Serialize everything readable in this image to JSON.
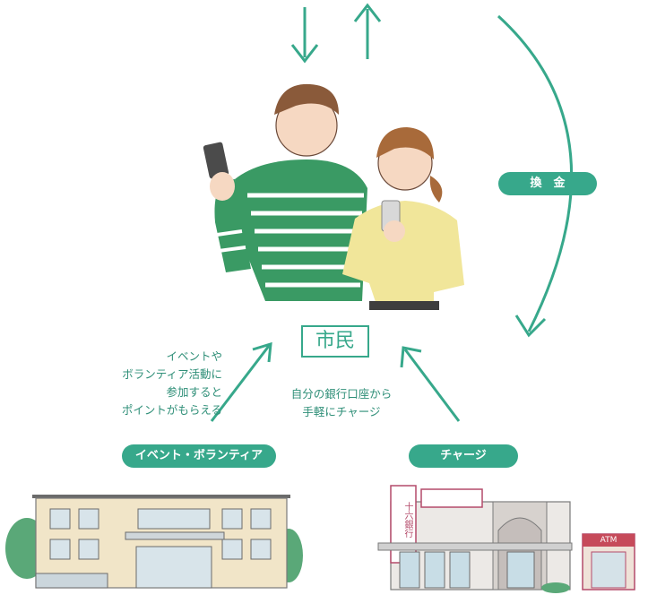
{
  "labels": {
    "exchange": "換　金",
    "citizen": "市民",
    "event_volunteer": "イベント・ボランティア",
    "charge": "チャージ"
  },
  "notes": {
    "left": [
      "イベントや",
      "ボランティア活動に",
      "参加すると",
      "ポイントがもらえる"
    ],
    "center": [
      "自分の銀行口座から",
      "手軽にチャージ"
    ]
  },
  "colors": {
    "accent": "#37a88b",
    "sweater": "#3a9a64",
    "blouse": "#f1e69a"
  },
  "bank_sign": {
    "atm": "ATM",
    "vertical": "十六銀行"
  }
}
